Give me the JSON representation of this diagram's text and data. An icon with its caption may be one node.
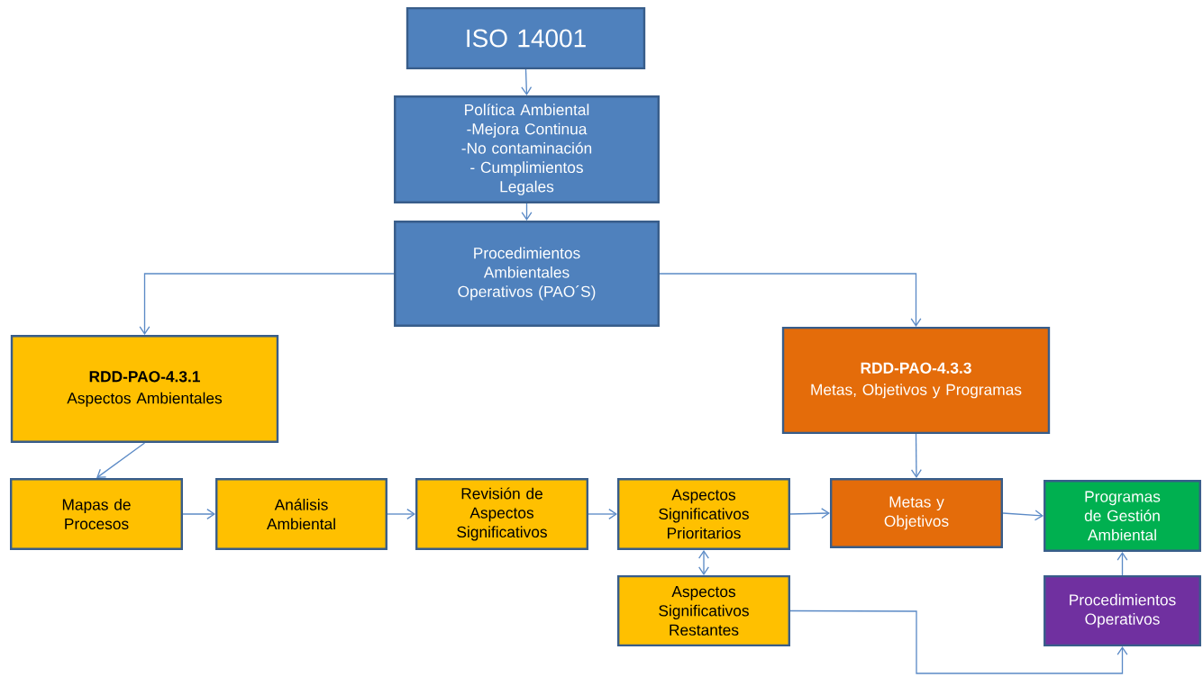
{
  "diagram": {
    "nodes": [
      {
        "text": [
          "ISO 14001"
        ]
      },
      {
        "text": [
          "Política Ambiental -Mejora Continua -No contaminación - Cumplimientos Legales"
        ]
      },
      {
        "text": [
          "Procedimientos Ambientales Operativos (PAO´S)"
        ]
      },
      {
        "text": [
          "RDD-PAO-4.3.1",
          "Aspectos Ambientales"
        ]
      },
      {
        "text": [
          "RDD-PAO-4.3.3",
          "Metas, Objetivos y Programas"
        ]
      },
      {
        "text": [
          "Mapas de Procesos"
        ]
      },
      {
        "text": [
          "Análisis Ambiental"
        ]
      },
      {
        "text": [
          "Revisión de Aspectos Significativos"
        ]
      },
      {
        "text": [
          "Aspectos Significativos Prioritarios"
        ]
      },
      {
        "text": [
          "Metas y Objetivos"
        ]
      },
      {
        "text": [
          "Programas de Gestión Ambiental"
        ]
      },
      {
        "text": [
          "Aspectos Significativos Restantes"
        ]
      },
      {
        "text": [
          "Procedimientos Operativos"
        ]
      }
    ],
    "edges": [
      {
        "from": 0,
        "to": 1,
        "arrow": "to"
      },
      {
        "from": 1,
        "to": 2,
        "arrow": "to"
      },
      {
        "from": 2,
        "to": 3,
        "arrow": "to"
      },
      {
        "from": 2,
        "to": 4,
        "arrow": "to"
      },
      {
        "from": 3,
        "to": 5,
        "arrow": "to"
      },
      {
        "from": 5,
        "to": 6,
        "arrow": "to"
      },
      {
        "from": 6,
        "to": 7,
        "arrow": "to"
      },
      {
        "from": 7,
        "to": 8,
        "arrow": "to"
      },
      {
        "from": 8,
        "to": 9,
        "arrow": "to"
      },
      {
        "from": 9,
        "to": 10,
        "arrow": "to"
      },
      {
        "from": 4,
        "to": 9,
        "arrow": "to"
      },
      {
        "from": 8,
        "to": 11,
        "arrow": "both"
      },
      {
        "from": 11,
        "to": 12,
        "arrow": "to"
      },
      {
        "from": 12,
        "to": 10,
        "arrow": "to"
      }
    ]
  }
}
